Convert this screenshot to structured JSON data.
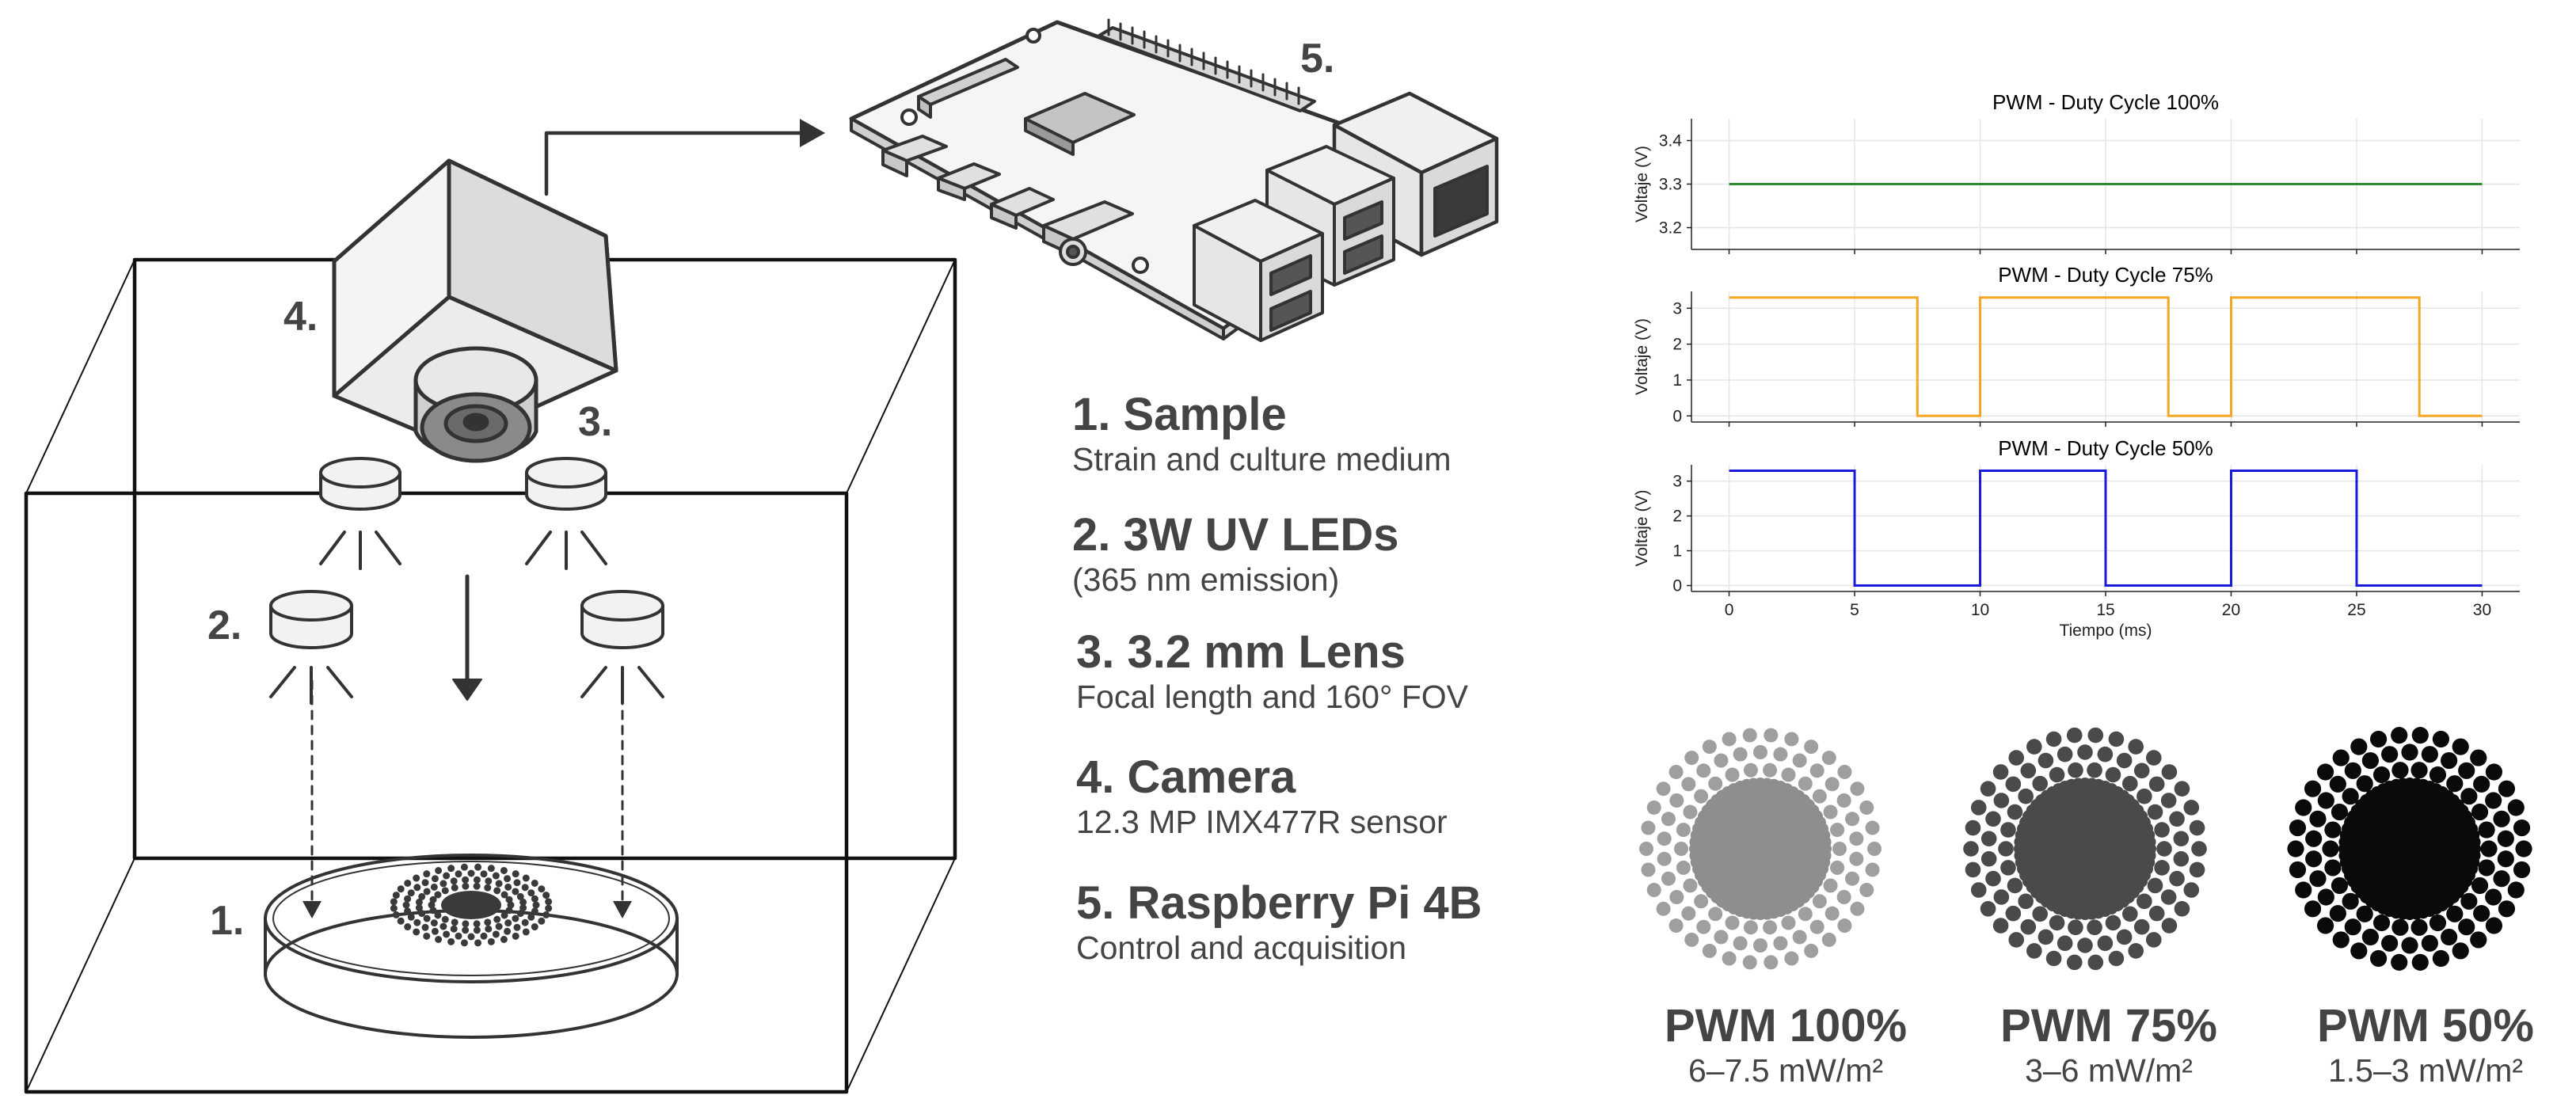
{
  "labels": {
    "n1": "1.",
    "n2": "2.",
    "n3": "3.",
    "n4": "4.",
    "n5": "5."
  },
  "legend": [
    {
      "title": "1. Sample",
      "desc": "Strain and culture medium"
    },
    {
      "title": "2. 3W UV LEDs",
      "desc": "(365 nm emission)"
    },
    {
      "title": "3. 3.2 mm Lens",
      "desc": "Focal length and 160° FOV"
    },
    {
      "title": "4. Camera",
      "desc": "12.3 MP IMX477R sensor"
    },
    {
      "title": "5. Raspberry Pi 4B",
      "desc": "Control and acquisition"
    }
  ],
  "chart_data": [
    {
      "type": "line",
      "title": "PWM - Duty Cycle 100%",
      "ylabel": "Voltaje (V)",
      "x": [
        0,
        30
      ],
      "y": [
        3.3,
        3.3
      ],
      "ylim": [
        3.15,
        3.45
      ],
      "yticks": [
        3.2,
        3.3,
        3.4
      ],
      "xlim": [
        -1.5,
        31.5
      ],
      "color": "#2e8b2e",
      "grid": true
    },
    {
      "type": "line",
      "title": "PWM - Duty Cycle 75%",
      "ylabel": "Voltaje (V)",
      "x": [
        0,
        7.5,
        7.5,
        10,
        10,
        17.5,
        17.5,
        20,
        20,
        27.5,
        27.5,
        30
      ],
      "y": [
        3.3,
        3.3,
        0,
        0,
        3.3,
        3.3,
        0,
        0,
        3.3,
        3.3,
        0,
        0
      ],
      "ylim": [
        -0.17,
        3.47
      ],
      "yticks": [
        0,
        1,
        2,
        3
      ],
      "xlim": [
        -1.5,
        31.5
      ],
      "color": "#f5a623",
      "grid": true
    },
    {
      "type": "line",
      "title": "PWM - Duty Cycle 50%",
      "ylabel": "Voltaje (V)",
      "xlabel": "Tiempo (ms)",
      "x": [
        0,
        5,
        5,
        10,
        10,
        15,
        15,
        20,
        20,
        25,
        25,
        30
      ],
      "y": [
        3.3,
        3.3,
        0,
        0,
        3.3,
        3.3,
        0,
        0,
        3.3,
        3.3,
        0,
        0
      ],
      "ylim": [
        -0.17,
        3.47
      ],
      "yticks": [
        0,
        1,
        2,
        3
      ],
      "xticks": [
        0,
        5,
        10,
        15,
        20,
        25,
        30
      ],
      "xlim": [
        -1.5,
        31.5
      ],
      "color": "#1a1adb",
      "grid": true
    }
  ],
  "intensity": [
    {
      "title": "PWM 100%",
      "range": "6–7.5 mW/m²",
      "color": "#8e8e8e"
    },
    {
      "title": "PWM 75%",
      "range": "3–6 mW/m²",
      "color": "#4a4a4a"
    },
    {
      "title": "PWM 50%",
      "range": "1.5–3 mW/m²",
      "color": "#0a0a0a"
    }
  ]
}
